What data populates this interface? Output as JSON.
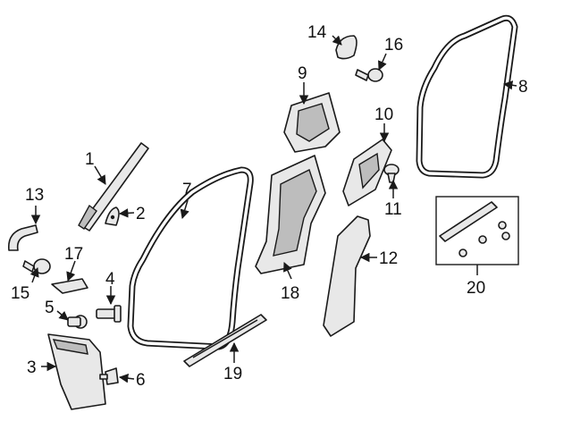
{
  "colors": {
    "line": "#1a1a1a",
    "part_fill": "#e8e8e8",
    "background": "#ffffff"
  },
  "callouts": [
    {
      "id": "1",
      "label": "1"
    },
    {
      "id": "2",
      "label": "2"
    },
    {
      "id": "3",
      "label": "3"
    },
    {
      "id": "4",
      "label": "4"
    },
    {
      "id": "5",
      "label": "5"
    },
    {
      "id": "6",
      "label": "6"
    },
    {
      "id": "7",
      "label": "7"
    },
    {
      "id": "8",
      "label": "8"
    },
    {
      "id": "9",
      "label": "9"
    },
    {
      "id": "10",
      "label": "10"
    },
    {
      "id": "11",
      "label": "11"
    },
    {
      "id": "12",
      "label": "12"
    },
    {
      "id": "13",
      "label": "13"
    },
    {
      "id": "14",
      "label": "14"
    },
    {
      "id": "15",
      "label": "15"
    },
    {
      "id": "16",
      "label": "16"
    },
    {
      "id": "17",
      "label": "17"
    },
    {
      "id": "18",
      "label": "18"
    },
    {
      "id": "19",
      "label": "19"
    },
    {
      "id": "20",
      "label": "20"
    }
  ]
}
